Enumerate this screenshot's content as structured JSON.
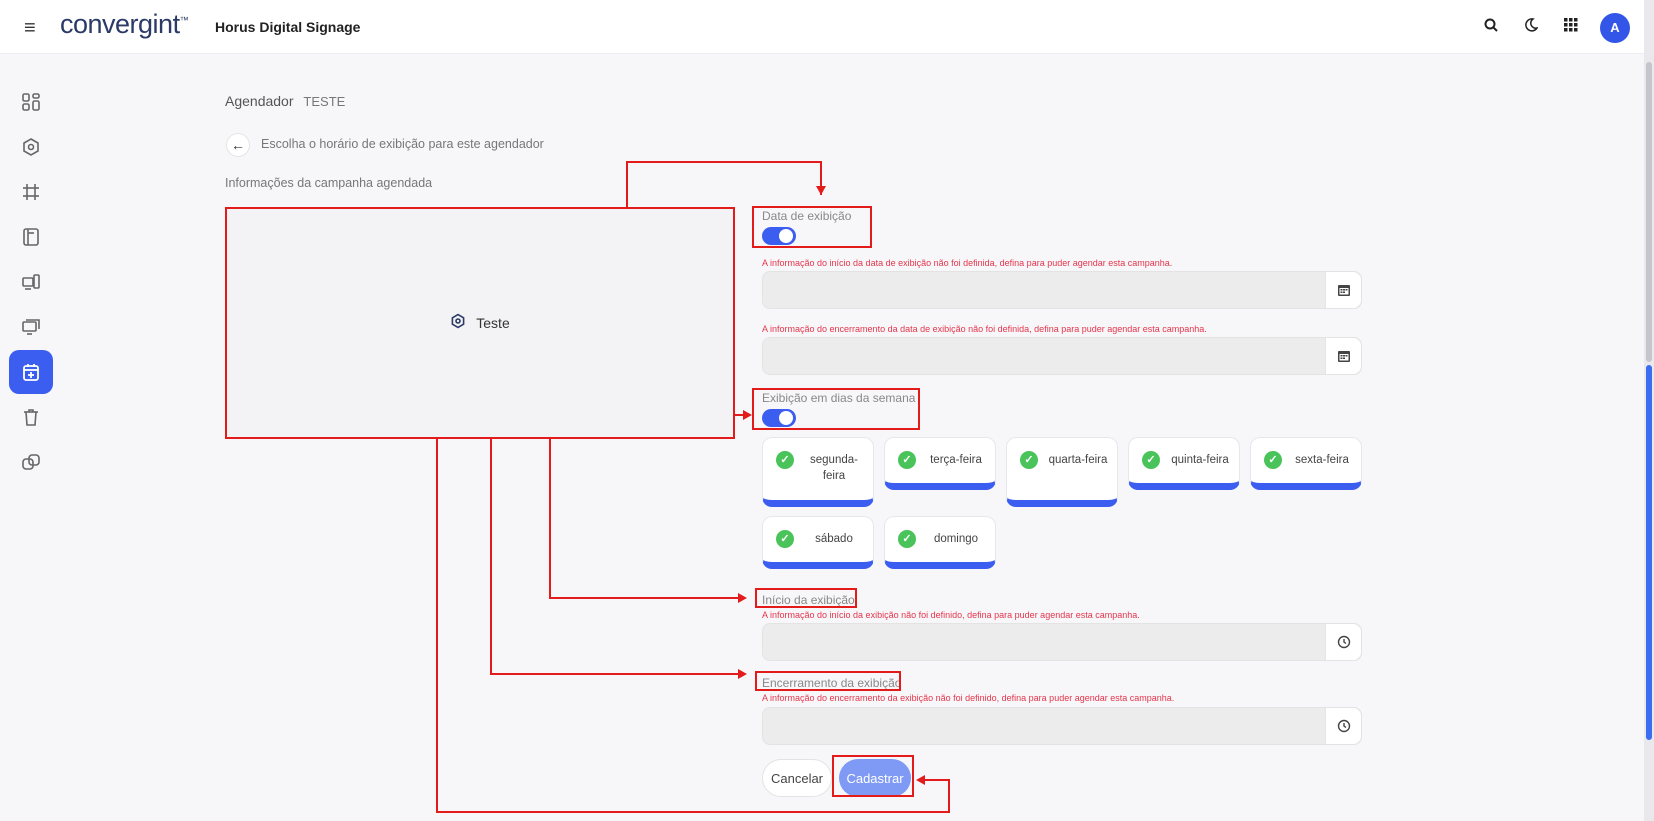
{
  "header": {
    "menu_icon": "hamburger-icon",
    "logo": "convergint",
    "logo_mark": "™",
    "app_title": "Horus Digital Signage",
    "icons": [
      "search-icon",
      "moon-icon",
      "apps-grid-icon"
    ],
    "avatar_initial": "A"
  },
  "sidebar": {
    "items": [
      {
        "icon": "dashboard-icon",
        "active": false
      },
      {
        "icon": "campaign-icon",
        "active": false
      },
      {
        "icon": "crop-icon",
        "active": false
      },
      {
        "icon": "book-icon",
        "active": false
      },
      {
        "icon": "devices-icon",
        "active": false
      },
      {
        "icon": "screens-icon",
        "active": false
      },
      {
        "icon": "calendar-add-icon",
        "active": true
      },
      {
        "icon": "trash-icon",
        "active": false
      },
      {
        "icon": "groups-icon",
        "active": false
      }
    ]
  },
  "breadcrumb": {
    "title": "Agendador",
    "sub": "TESTE"
  },
  "back_text": "Escolha o horário de exibição para este agendador",
  "info_title": "Informações da campanha agendada",
  "campaign": {
    "name": "Teste"
  },
  "form": {
    "date_label": "Data de exibição",
    "date_start_error": "A informação do início da data de exibição não foi definida, defina para puder agendar esta campanha.",
    "date_end_error": "A informação do encerramento da data de exibição não foi definida, defina para puder agendar esta campanha.",
    "weekdays_label": "Exibição em dias da semana",
    "days": [
      {
        "name": "segunda-feira"
      },
      {
        "name": "terça-feira"
      },
      {
        "name": "quarta-feira"
      },
      {
        "name": "quinta-feira"
      },
      {
        "name": "sexta-feira"
      },
      {
        "name": "sábado"
      },
      {
        "name": "domingo"
      }
    ],
    "start_label": "Início da exibição",
    "start_error": "A informação do início da exibição não foi definido, defina para puder agendar esta campanha.",
    "end_label": "Encerramento da exibição",
    "end_error": "A informação do encerramento da exibição não foi definido, defina para puder agendar esta campanha.",
    "cancel_label": "Cancelar",
    "submit_label": "Cadastrar"
  }
}
